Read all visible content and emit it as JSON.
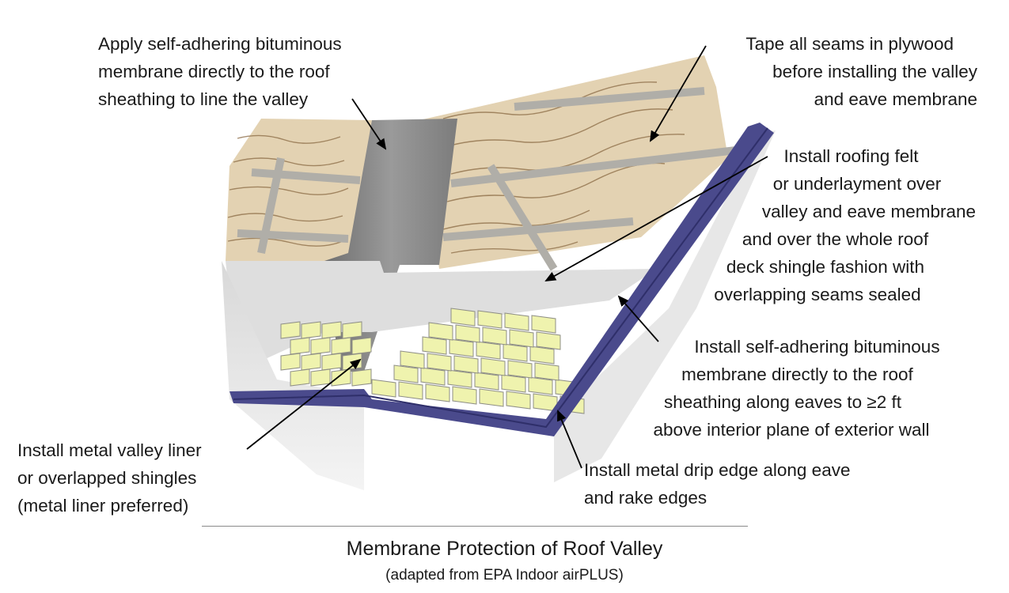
{
  "annotations": {
    "valley_membrane": [
      "Apply self-adhering bituminous",
      "membrane directly to the roof",
      "sheathing to line the valley"
    ],
    "tape_seams": [
      "Tape all seams in plywood",
      "before installing the valley",
      "and eave membrane"
    ],
    "roofing_felt": [
      "Install roofing felt",
      "or underlayment over",
      "valley and eave membrane",
      "and over the whole roof",
      "deck shingle fashion with",
      "overlapping seams sealed"
    ],
    "eave_membrane": [
      "Install self-adhering bituminous",
      "membrane directly to the roof",
      "sheathing along eaves to ≥2 ft",
      "above interior plane of exterior wall"
    ],
    "valley_liner": [
      "Install metal valley liner",
      "or overlapped shingles",
      "(metal liner preferred)"
    ],
    "drip_edge": [
      "Install metal drip edge along eave",
      "and rake edges"
    ]
  },
  "caption": {
    "title": "Membrane Protection of Roof Valley",
    "subtitle": "(adapted from EPA Indoor airPLUS)"
  },
  "colors": {
    "sheathing": "#e2cfad",
    "wood_grain": "#8a6a44",
    "membrane": "#7a7a7a",
    "felt": "#d9d9d9",
    "shingle": "#eef2a8",
    "drip_edge": "#4a4a8c",
    "wall": "#cfcfcf",
    "arrow": "#000000"
  }
}
